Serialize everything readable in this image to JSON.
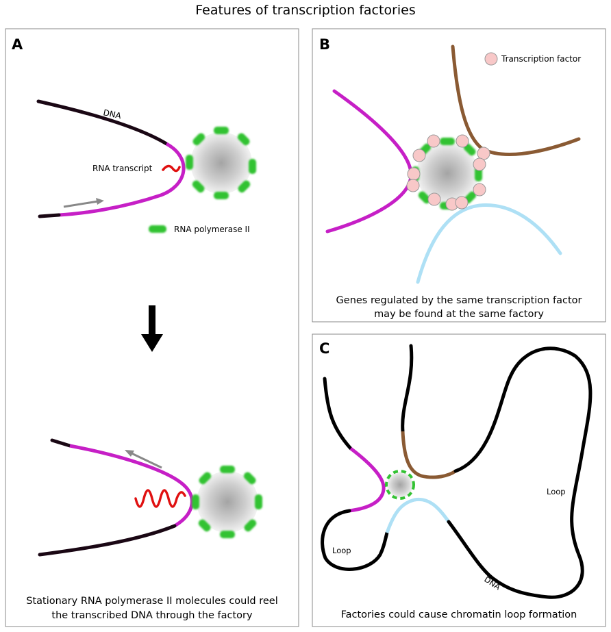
{
  "title": "Features of transcription factories",
  "panels": {
    "a": {
      "letter": "A",
      "dna_label": "DNA",
      "rna_transcript_label": "RNA transcript",
      "polymerase_legend": "RNA polymerase II",
      "caption_line1": "Stationary RNA polymerase II molecules could reel",
      "caption_line2": "the transcribed DNA through the factory"
    },
    "b": {
      "letter": "B",
      "tf_legend": "Transcription factor",
      "caption_line1": "Genes regulated by the same transcription factor",
      "caption_line2": "may be found at the same factory"
    },
    "c": {
      "letter": "C",
      "loop_label_left": "Loop",
      "loop_label_right": "Loop",
      "dna_label": "DNA",
      "caption": "Factories could cause chromatin loop formation"
    }
  },
  "colors": {
    "dna": "#1a0714",
    "transcribed_gene": "#c61fc6",
    "brown_gene": "#8a5a33",
    "lightblue_gene": "#aee0f5",
    "rna": "#e01010",
    "polymerase": "#33c233",
    "transcription_factor": "#f8c8c8",
    "panel_border": "#888888"
  }
}
